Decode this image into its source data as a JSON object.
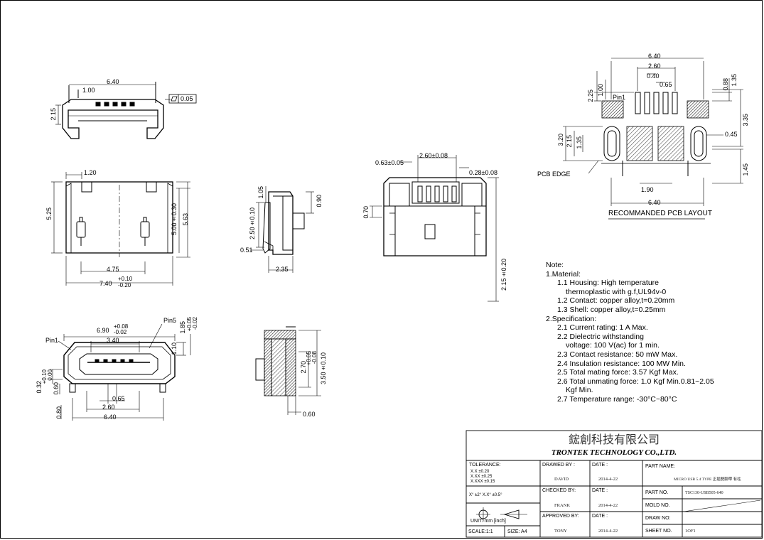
{
  "drawing": {
    "view_top": {
      "d_640": "6.40",
      "d_100": "1.00",
      "d_215": "2.15",
      "flatness": "0.05"
    },
    "view_front": {
      "d_120": "1.20",
      "d_525": "5.25",
      "d_500": "5.00±0.30",
      "d_563": "5.63",
      "d_475": "4.75",
      "d_740": "7.40",
      "d_740_tol_up": "+0.10",
      "d_740_tol_dn": "-0.20"
    },
    "view_bottom": {
      "pin1": "Pin1",
      "pin5": "Pin5",
      "d_690": "6.90",
      "d_690_up": "+0.08",
      "d_690_dn": "-0.02",
      "d_340": "3.40",
      "d_110": "1.10",
      "d_185": "1.85",
      "d_185_up": "+0.05",
      "d_185_dn": "-0.02",
      "d_032": "0.32",
      "d_032_up": "+0.10",
      "d_032_dn": "0.00",
      "d_060": "0.60",
      "d_065": "0.65",
      "d_260": "2.60",
      "d_080": "0.80",
      "d_640": "6.40"
    },
    "view_side_top": {
      "d_105": "1.05",
      "d_250": "2.50±0.10",
      "d_090": "0.90",
      "d_051": "0.51",
      "d_235": "2.35"
    },
    "view_side_bottom": {
      "d_270": "2.70",
      "d_270_up": "+0.05",
      "d_270_dn": "-0.08",
      "d_350": "3.50±0.10",
      "d_060": "0.60"
    },
    "view_end": {
      "d_063": "0.63±0.05",
      "d_260": "2.60±0.08",
      "d_028": "0.28±0.08",
      "d_070": "0.70",
      "d_215": "2.15±0.20"
    },
    "pcb": {
      "d_640": "6.40",
      "d_260": "2.60",
      "d_040": "0.40",
      "d_065": "0.65",
      "d_225": "2.25",
      "d_100": "1.00",
      "d_088": "0.88",
      "d_135": "1.35",
      "pin1": "Pin1",
      "d_320": "3.20",
      "d_215": "2.15",
      "d_135b": "1.35",
      "d_045": "0.45",
      "d_335": "3.35",
      "d_145": "1.45",
      "d_190": "1.90",
      "d_640b": "6.40",
      "pcb_edge": "PCB EDGE",
      "title": "RECOMMANDED PCB LAYOUT"
    }
  },
  "notes": {
    "heading": "Note:",
    "lines": [
      "1.Material:",
      "1.1 Housing: High temperature",
      "thermoplastic with g.f,UL94v-0",
      "1.2 Contact: copper alloy,t=0.20mm",
      "1.3 Shell: copper alloy,t=0.25mm",
      "2.Specification:",
      "2.1 Current rating: 1 A Max.",
      "2.2 Dielectric withstanding",
      "voltage: 100 V(ac) for 1 min.",
      "2.3 Contact resistance: 50 mW Max.",
      "2.4 Insulation resistance: 100 MW Min.",
      "2.5 Total mating force: 3.57 Kgf Max.",
      "2.6 Total unmating force: 1.0 Kgf Min.0.81~2.05",
      "Kgf Min.",
      "2.7 Temperature range: -30°C~80°C"
    ]
  },
  "title_block": {
    "company_cn": "鋐創科技有限公司",
    "company_en": "TRONTEK TECHNOLOGY CO.,LTD.",
    "tolerance_label": "TOLERANCE:",
    "tol_1": "X.X   ±0.20",
    "tol_2": "X.XX  ±0.25",
    "tol_3": "X.XXX ±0.15",
    "tol_ang": "X° ±2°    X.X° ±0.5°",
    "unit": "UNIT: mm [inch]",
    "scale": "SCALE:1:1",
    "size": "SIZE: A4",
    "drawed_by": "DRAWED BY :",
    "drawer": "DAVID",
    "checked_by": "CHECKED BY:",
    "checker": "FRANK",
    "approved_by": "APPROVED BY:",
    "approver": "TONY",
    "date_label": "DATE :",
    "date_1": "2014-4-22",
    "date_2": "2014-4-22",
    "date_3": "2014-4-22",
    "part_name_label": "PART NAME:",
    "part_name": "MICRO USB 5.4 TYPE 正插雙腳帶 有柱",
    "part_no_label": "PART NO.",
    "part_no": "TSC130-USB505-640",
    "mold_no_label": "MOLD NO.",
    "draw_no_label": "DRAW NO:",
    "sheet_no_label": "SHEET NO.",
    "sheet_no": "1OF1"
  }
}
